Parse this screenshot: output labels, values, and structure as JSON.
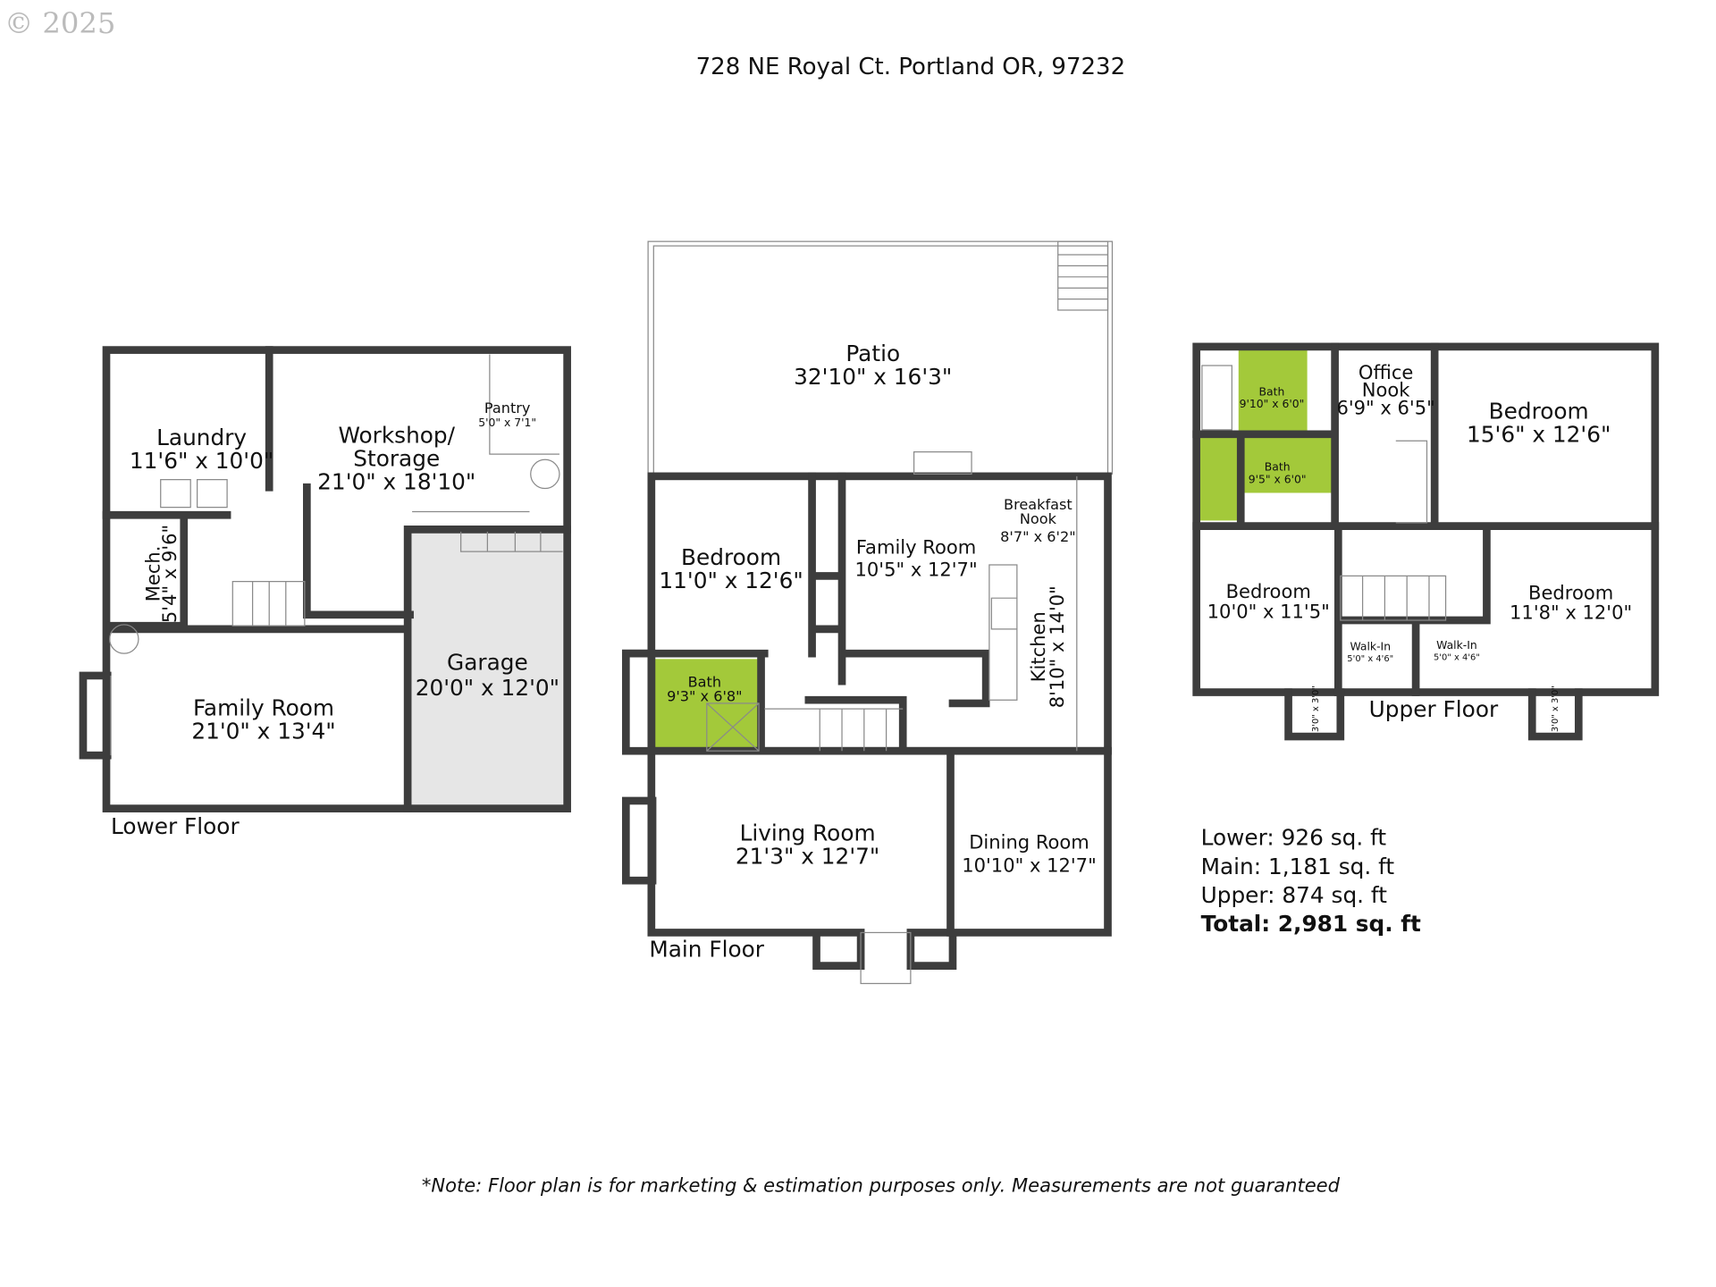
{
  "copyright": "© 2025",
  "title": "728 NE Royal Ct. Portland OR, 97232",
  "colors": {
    "wall": "#3d3d3d",
    "bath": "#a3c93a",
    "garage": "#e6e6e6"
  },
  "lower": {
    "label": "Lower Floor",
    "laundry": {
      "name": "Laundry",
      "dim": "11'6\" x 10'0\""
    },
    "workshop": {
      "name1": "Workshop/",
      "name2": "Storage",
      "dim": "21'0\" x 18'10\""
    },
    "pantry": {
      "name": "Pantry",
      "dim": "5'0\" x 7'1\""
    },
    "mech": {
      "name": "Mech.",
      "dim": "5'4\" x 9'6\""
    },
    "garage": {
      "name": "Garage",
      "dim": "20'0\" x 12'0\""
    },
    "family": {
      "name": "Family Room",
      "dim": "21'0\" x 13'4\""
    }
  },
  "main": {
    "label": "Main Floor",
    "patio": {
      "name": "Patio",
      "dim": "32'10\" x 16'3\""
    },
    "bedroom": {
      "name": "Bedroom",
      "dim": "11'0\" x 12'6\""
    },
    "family": {
      "name": "Family Room",
      "dim": "10'5\" x 12'7\""
    },
    "nook": {
      "name1": "Breakfast",
      "name2": "Nook",
      "dim": "8'7\" x 6'2\""
    },
    "kitchen": {
      "name": "Kitchen",
      "dim": "8'10\" x 14'0\""
    },
    "bath": {
      "name": "Bath",
      "dim": "9'3\" x 6'8\""
    },
    "living": {
      "name": "Living Room",
      "dim": "21'3\" x 12'7\""
    },
    "dining": {
      "name": "Dining Room",
      "dim": "10'10\" x 12'7\""
    }
  },
  "upper": {
    "label": "Upper Floor",
    "bath1": {
      "name": "Bath",
      "dim": "9'10\" x 6'0\""
    },
    "bath2": {
      "name": "Bath",
      "dim": "9'5\" x 6'0\""
    },
    "office": {
      "name1": "Office",
      "name2": "Nook",
      "dim": "6'9\" x 6'5\""
    },
    "bedroom1": {
      "name": "Bedroom",
      "dim": "15'6\" x 12'6\""
    },
    "bedroom2": {
      "name": "Bedroom",
      "dim": "10'0\" x 11'5\""
    },
    "bedroom3": {
      "name": "Bedroom",
      "dim": "11'8\" x 12'0\""
    },
    "walkin1": {
      "name": "Walk-In",
      "dim": "5'0\" x 4'6\""
    },
    "walkin2": {
      "name": "Walk-In",
      "dim": "5'0\" x 4'6\""
    },
    "closet1": "3'0\" x 3'0\"",
    "closet2": "3'0\" x 3'0\""
  },
  "areas": {
    "lower": "Lower: 926 sq. ft",
    "main": "Main: 1,181 sq. ft",
    "upper": "Upper: 874 sq. ft",
    "total": "Total: 2,981 sq. ft"
  },
  "note": "*Note: Floor plan is for marketing & estimation purposes only. Measurements are not guaranteed"
}
